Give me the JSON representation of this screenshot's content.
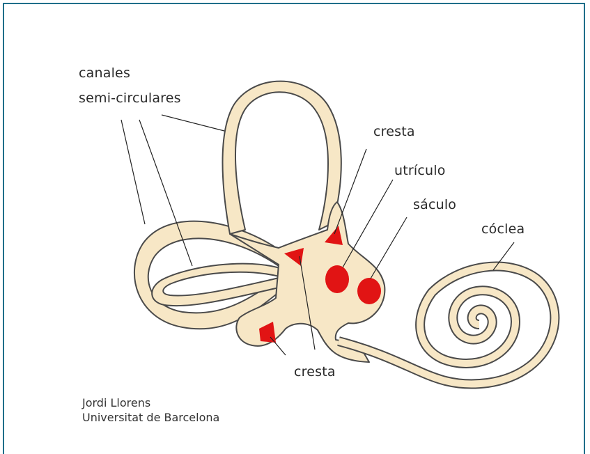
{
  "labels": {
    "canales": "canales",
    "semicirculares": "semi-circulares",
    "cresta_top": "cresta",
    "utriculo": "utrículo",
    "saculo": "sáculo",
    "coclea": "cóclea",
    "cresta_bottom": "cresta"
  },
  "credit": {
    "author": "Jordi Llorens",
    "institution": "Universitat de Barcelona"
  },
  "colors": {
    "frame": "#1f6e8a",
    "organ_fill": "#f7e7c6",
    "organ_stroke": "#4a4a4a",
    "sensory_red": "#e11414"
  }
}
